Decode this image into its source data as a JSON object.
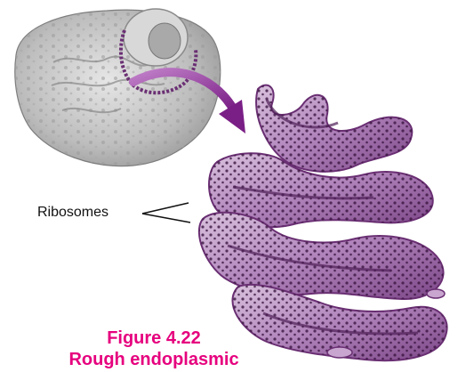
{
  "labels": {
    "ribosomes": "Ribosomes"
  },
  "figure": {
    "number": "Figure 4.22",
    "title": "Rough endoplasmic"
  },
  "colors": {
    "caption": "#e6007e",
    "arrow": "#8e2a96",
    "er_fill": "#b58bc0",
    "er_dark": "#6a2f73",
    "cell_gray": "#b9b9b9",
    "ribosome": "#3a1540"
  },
  "icons": {
    "cell": "animal-cell-cutaway-illustration",
    "er": "rough-er-illustration",
    "arrow": "curved-arrow"
  }
}
